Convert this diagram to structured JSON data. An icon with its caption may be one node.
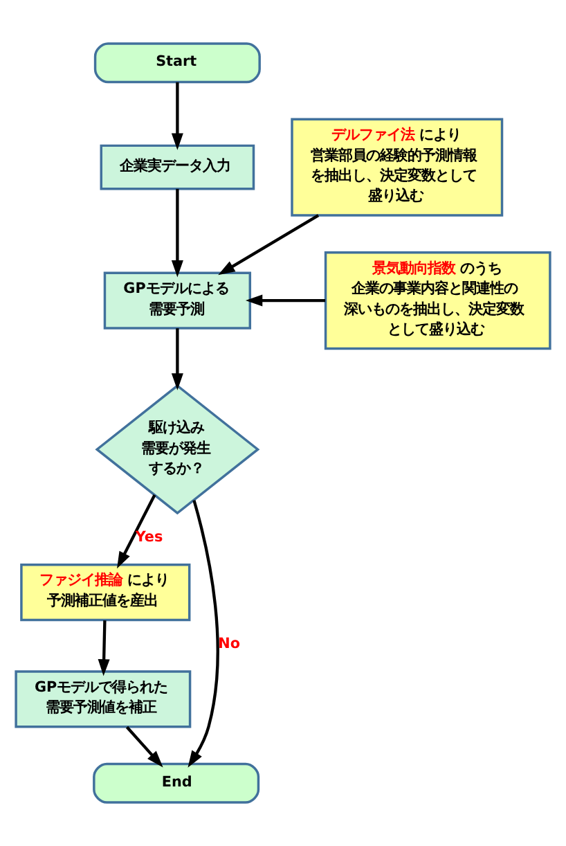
{
  "diagram": {
    "nodes": [
      {
        "text": [
          "Start"
        ]
      },
      {
        "text": [
          "企業実データ入力"
        ]
      },
      {
        "text": [
          "GPモデルによる需要予測"
        ]
      },
      {
        "text": [
          "**デルファイ法**により営業部員の経験的予測情報を抽出し、決定変数として盛り込む"
        ]
      },
      {
        "text": [
          "**景気動向指数**のうち企業の事業内容と関連性の深いものを抽出し、決定変数として盛り込む"
        ]
      },
      {
        "text": [
          "駆け込み需要が発生するか？"
        ]
      },
      {
        "text": [
          "**ファジイ推論**により予測補正値を産出"
        ]
      },
      {
        "text": [
          "GPモデルで得られた需要予測値を補正"
        ]
      },
      {
        "text": [
          "End"
        ]
      }
    ],
    "edges": [
      {
        "from": 0,
        "to": 1,
        "arrow": "to"
      },
      {
        "from": 1,
        "to": 2,
        "arrow": "to"
      },
      {
        "from": 3,
        "to": 2,
        "arrow": "to"
      },
      {
        "from": 4,
        "to": 2,
        "arrow": "to"
      },
      {
        "from": 2,
        "to": 5,
        "arrow": "to"
      },
      {
        "from": 5,
        "to": 6,
        "arrow": "to",
        "label": "Yes"
      },
      {
        "from": 5,
        "to": 8,
        "arrow": "to",
        "label": "No"
      },
      {
        "from": 6,
        "to": 7,
        "arrow": "to"
      },
      {
        "from": 7,
        "to": 8,
        "arrow": "to"
      }
    ]
  }
}
